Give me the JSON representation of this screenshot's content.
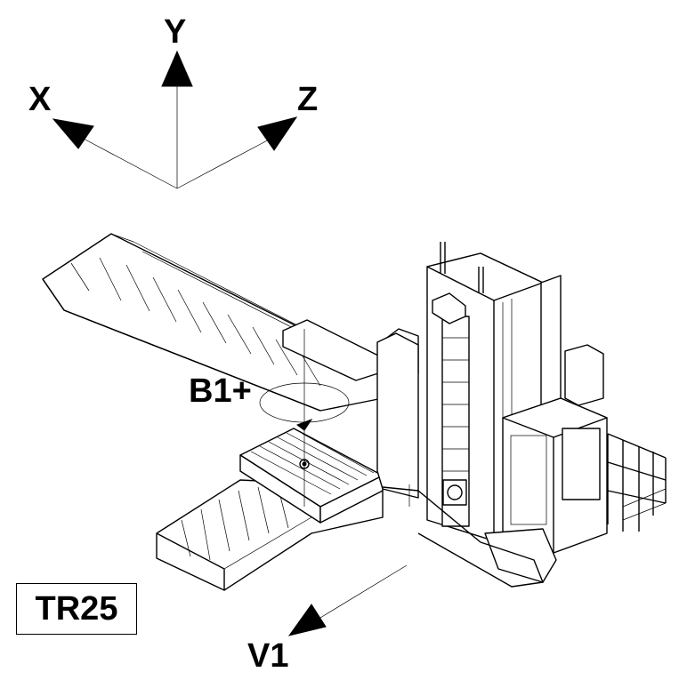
{
  "axes": {
    "x_label": "X",
    "y_label": "Y",
    "z_label": "Z"
  },
  "callouts": {
    "rotation_label": "B1+",
    "direction_label": "V1"
  },
  "model": {
    "label": "TR25"
  }
}
